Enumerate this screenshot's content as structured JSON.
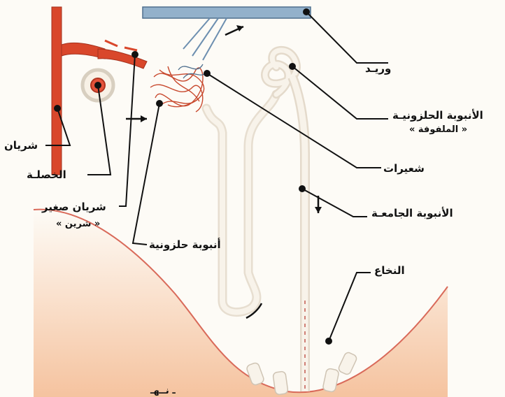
{
  "labels": {
    "vein": "وريـد",
    "convoluted_tubule_coiled": "الأنبوبة الحلزونيـة",
    "convoluted_tubule_coiled_sub": "« الملفوفة »",
    "capillaries": "شعيرات",
    "collecting_tubule": "الأنبوبة الجامعـة",
    "medulla": "النخاع",
    "convoluted_tubule": "أنبوبة حلزونية",
    "small_artery": "شريان صغير",
    "small_artery_sub": "« شرين »",
    "glomerulus": "الخصلـة",
    "artery": "شريان",
    "bottom_fragment": "ـ نــهـ"
  },
  "colors": {
    "artery": "#d9472b",
    "vein": "#7fa0be",
    "tubule": "#f3ede2",
    "medulla": "#f6c9a8",
    "outline": "#e0a090",
    "leader": "#111111"
  }
}
